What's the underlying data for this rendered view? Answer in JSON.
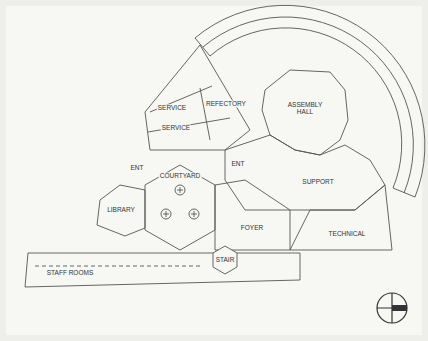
{
  "diagram": {
    "labels": [
      "ASSEMBLY HALL",
      "SUPPORT",
      "TECHNICAL",
      "REFECTORY",
      "SERVICE",
      "SERVICE",
      "ENT",
      "ENT",
      "LIBRARY",
      "COURTYARD",
      "FOYER",
      "STAIR",
      "STAFF ROOMS"
    ]
  }
}
